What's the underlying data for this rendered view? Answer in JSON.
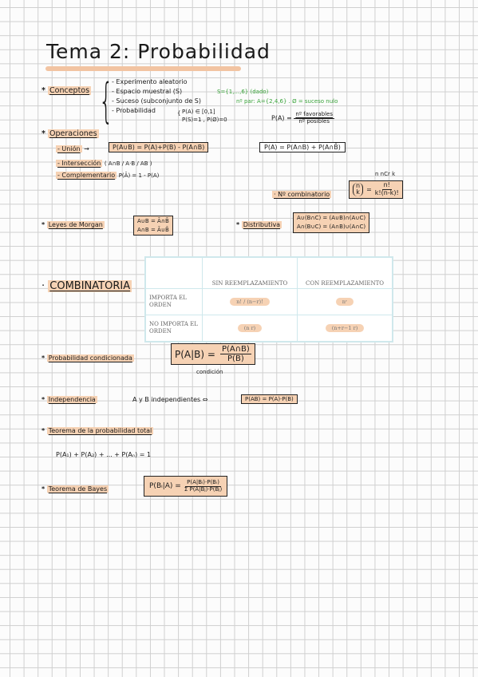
{
  "title": "Tema 2: Probabilidad",
  "conceptos": {
    "heading": "Conceptos",
    "items": [
      "- Experimento aleatorio",
      "- Espacio muestral (S)",
      "- Suceso (subconjunto de S)",
      "- Probabilidad"
    ],
    "s_example": "S={1,...,6} (dado)",
    "par_example": "nº par: A={2,4,6} . Ø = suceso nulo",
    "prob_axiom1": "P(A) ∈ [0,1]",
    "prob_axiom2": "P(S)=1 , P(Ø)=0",
    "laplace_lhs": "P(A) =",
    "laplace_num": "nº favorables",
    "laplace_den": "nº posibles"
  },
  "operaciones": {
    "heading": "Operaciones",
    "union_label": "- Unión",
    "union_arrow": "→",
    "union_formula": "P(A∪B) = P(A)+P(B) - P(A∩B)",
    "union_alt": "P(A) = P(A∩B) + P(A∩B̄)",
    "interseccion_label": "- Intersección",
    "interseccion_text": "( A∩B / A·B / AB )",
    "complementario_label": "- Complementario",
    "complementario_text": "P(Ā) = 1 - P(A)"
  },
  "combinatorio": {
    "label": "· Nº combinatorio",
    "top_note": "n nCr k",
    "lhs_n": "n",
    "lhs_k": "k",
    "num": "n!",
    "den": "k!(n-k)!"
  },
  "morgan": {
    "heading": "Leyes de Morgan",
    "line1": "A∪B = Ā∩B̄",
    "line2": "A∩B = Ā∪B̄"
  },
  "distributiva": {
    "heading": "Distributiva",
    "line1": "A∪(B∩C) = (A∪B)∩(A∪C)",
    "line2": "A∩(B∪C) = (A∩B)∪(A∩C)"
  },
  "combinatoria": {
    "heading": "Combinatoria",
    "col_sin": "SIN REEMPLAZAMIENTO",
    "col_con": "CON REEMPLAZAMIENTO",
    "row1": "IMPORTA EL ORDEN",
    "row2": "NO IMPORTA EL ORDEN",
    "c11": "n! / (n−r)!",
    "c12": "nʳ",
    "c21": "(n r)",
    "c22": "(n+r−1 r)"
  },
  "condicionada": {
    "heading": "Probabilidad condicionada",
    "lhs": "P(A|B) =",
    "num": "P(A∩B)",
    "den": "P(B)",
    "note": "condición"
  },
  "independencia": {
    "heading": "Independencia",
    "text": "A y B independientes ⇔",
    "formula": "P(AB) = P(A)·P(B)"
  },
  "total": {
    "heading": "Teorema de la probabilidad total",
    "formula": "P(A₁) + P(A₂) + ... + P(Aₙ) = 1"
  },
  "bayes": {
    "heading": "Teorema de Bayes",
    "lhs": "P(Bᵢ|A) =",
    "num": "P(A|Bᵢ)·P(Bᵢ)",
    "den": "Σ P(A|Bⱼ)·P(Bⱼ)"
  }
}
